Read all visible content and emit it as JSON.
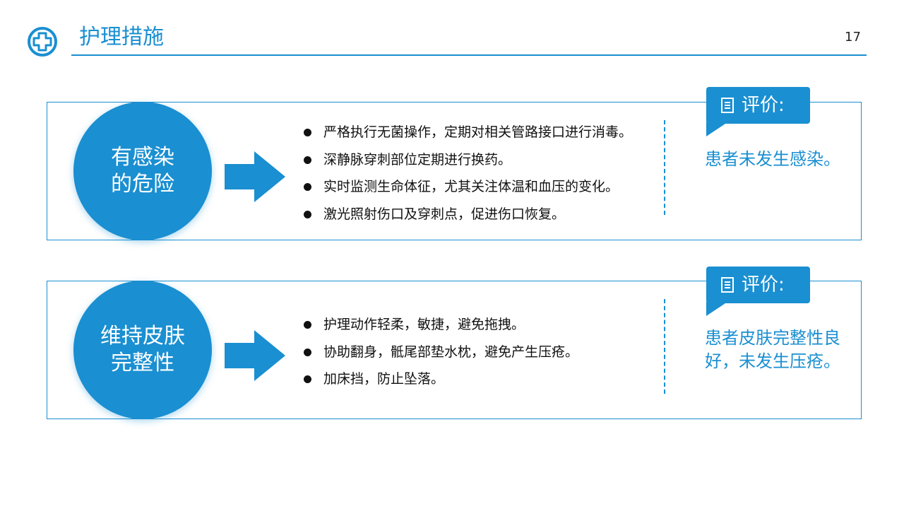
{
  "header": {
    "title": "护理措施",
    "page_number": "17",
    "logo_icon": "medical-cross-icon"
  },
  "colors": {
    "accent": "#1a8fd1",
    "text": "#111111",
    "background": "#ffffff"
  },
  "sections": [
    {
      "topic": "有感染\n的危险",
      "measures": [
        "严格执行无菌操作，定期对相关管路接口进行消毒。",
        "深静脉穿刺部位定期进行换药。",
        "实时监测生命体征，尤其关注体温和血压的变化。",
        "激光照射伤口及穿刺点，促进伤口恢复。"
      ],
      "evaluation_label": "评价:",
      "evaluation_text": "患者未发生感染。"
    },
    {
      "topic": "维持皮肤\n完整性",
      "measures": [
        "护理动作轻柔，敏捷，避免拖拽。",
        "协助翻身，骶尾部垫水枕，避免产生压疮。",
        "加床挡，防止坠落。"
      ],
      "evaluation_label": "评价:",
      "evaluation_text": "患者皮肤完整性良好，未发生压疮。"
    }
  ]
}
